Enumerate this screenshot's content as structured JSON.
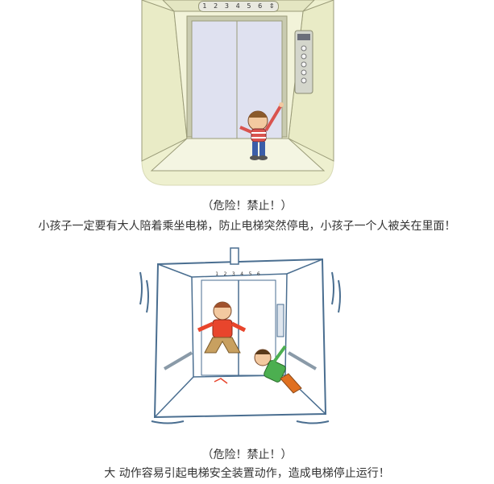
{
  "panel1": {
    "floor_numbers": [
      "1",
      "2",
      "3",
      "4",
      "5",
      "6"
    ],
    "caption": "（危险！禁止！）",
    "text": "小孩子一定要有大人陪着乘坐电梯，防止电梯突然停电，小孩子一个人被关在里面！",
    "colors": {
      "wall": "#eef0cf",
      "door": "#dfe1f0",
      "floor": "#f4f5e2",
      "outline": "#9a9b78"
    }
  },
  "panel2": {
    "floor_numbers": [
      "1",
      "2",
      "3",
      "4",
      "5",
      "6"
    ],
    "caption": "（危险！禁止！）",
    "text": "大 动作容易引起电梯安全装置动作，造成电梯停止运行！",
    "colors": {
      "outline": "#4a6e90",
      "shirt_boy1": "#e8452c",
      "shirt_boy2": "#4caf50"
    }
  }
}
